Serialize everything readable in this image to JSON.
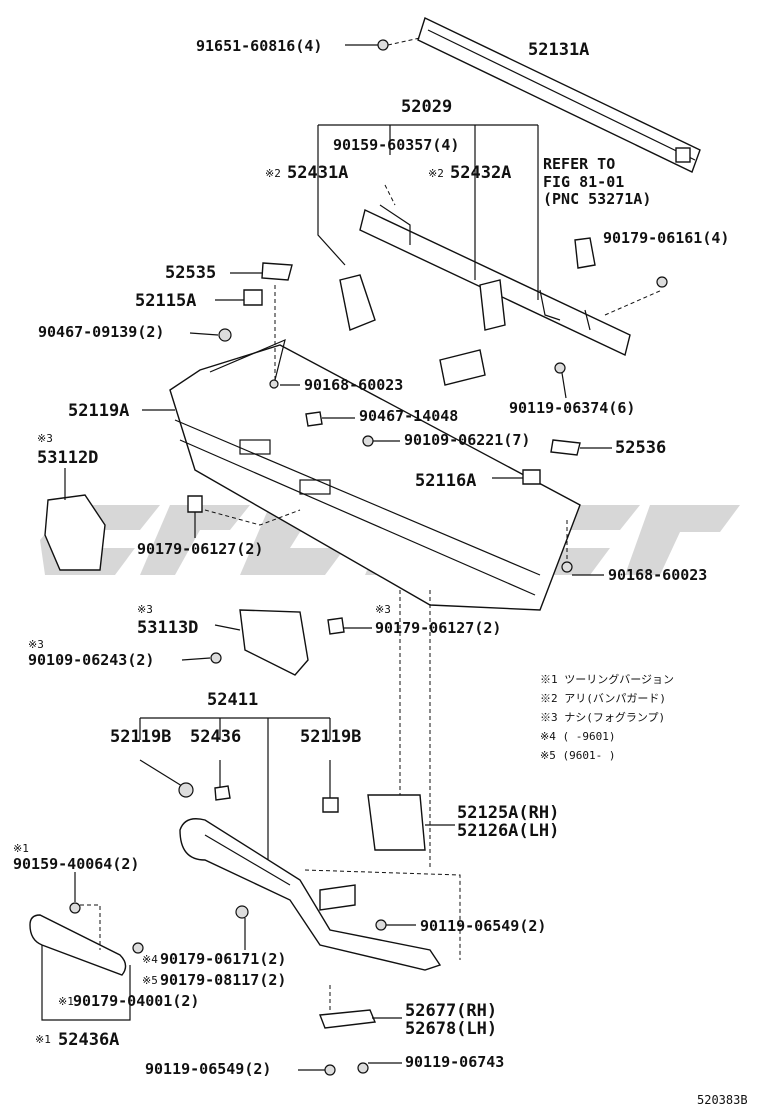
{
  "labels": {
    "p91651": "91651-60816(4)",
    "p52131a": "52131A",
    "p52029": "52029",
    "p90159a": "90159-60357(4)",
    "p52431a": "52431A",
    "p52432a": "52432A",
    "refer1": "REFER TO",
    "refer2": "FIG 81-01",
    "refer3": "(PNC 53271A)",
    "p90179a": "90179-06161(4)",
    "p52535": "52535",
    "p52115a": "52115A",
    "p90467a": "90467-09139(2)",
    "p90168a": "90168-60023",
    "p52119a": "52119A",
    "p90467b": "90467-14048",
    "p90119a": "90119-06374(6)",
    "p90109a": "90109-06221(7)",
    "p52536": "52536",
    "p53112d": "53112D",
    "p52116a": "52116A",
    "p90179b": "90179-06127(2)",
    "p90168b": "90168-60023",
    "p53113d": "53113D",
    "p90179c": "90179-06127(2)",
    "p90109b": "90109-06243(2)",
    "p52411": "52411",
    "p52119b1": "52119B",
    "p52436": "52436",
    "p52119b2": "52119B",
    "p52125a": "52125A(RH)",
    "p52126a": "52126A(LH)",
    "p90159b": "90159-40064(2)",
    "p90119b": "90119-06549(2)",
    "p90179d": "90179-06171(2)",
    "p90179e": "90179-08117(2)",
    "p90179f": "90179-04001(2)",
    "p52677": "52677(RH)",
    "p52678": "52678(LH)",
    "p52436a": "52436A",
    "p90119c": "90119-06549(2)",
    "p90119d": "90119-06743",
    "figure_id": "520383B"
  },
  "markers": {
    "m1": "※1",
    "m2": "※2",
    "m3": "※3",
    "m4": "※4",
    "m5": "※5"
  },
  "legend": [
    "※1 ツーリングバージョン",
    "※2 アリ(バンパガード)",
    "※3 ナシ(フォグランプ)",
    "※4 (        -9601)",
    "※5 (9601-        )"
  ]
}
